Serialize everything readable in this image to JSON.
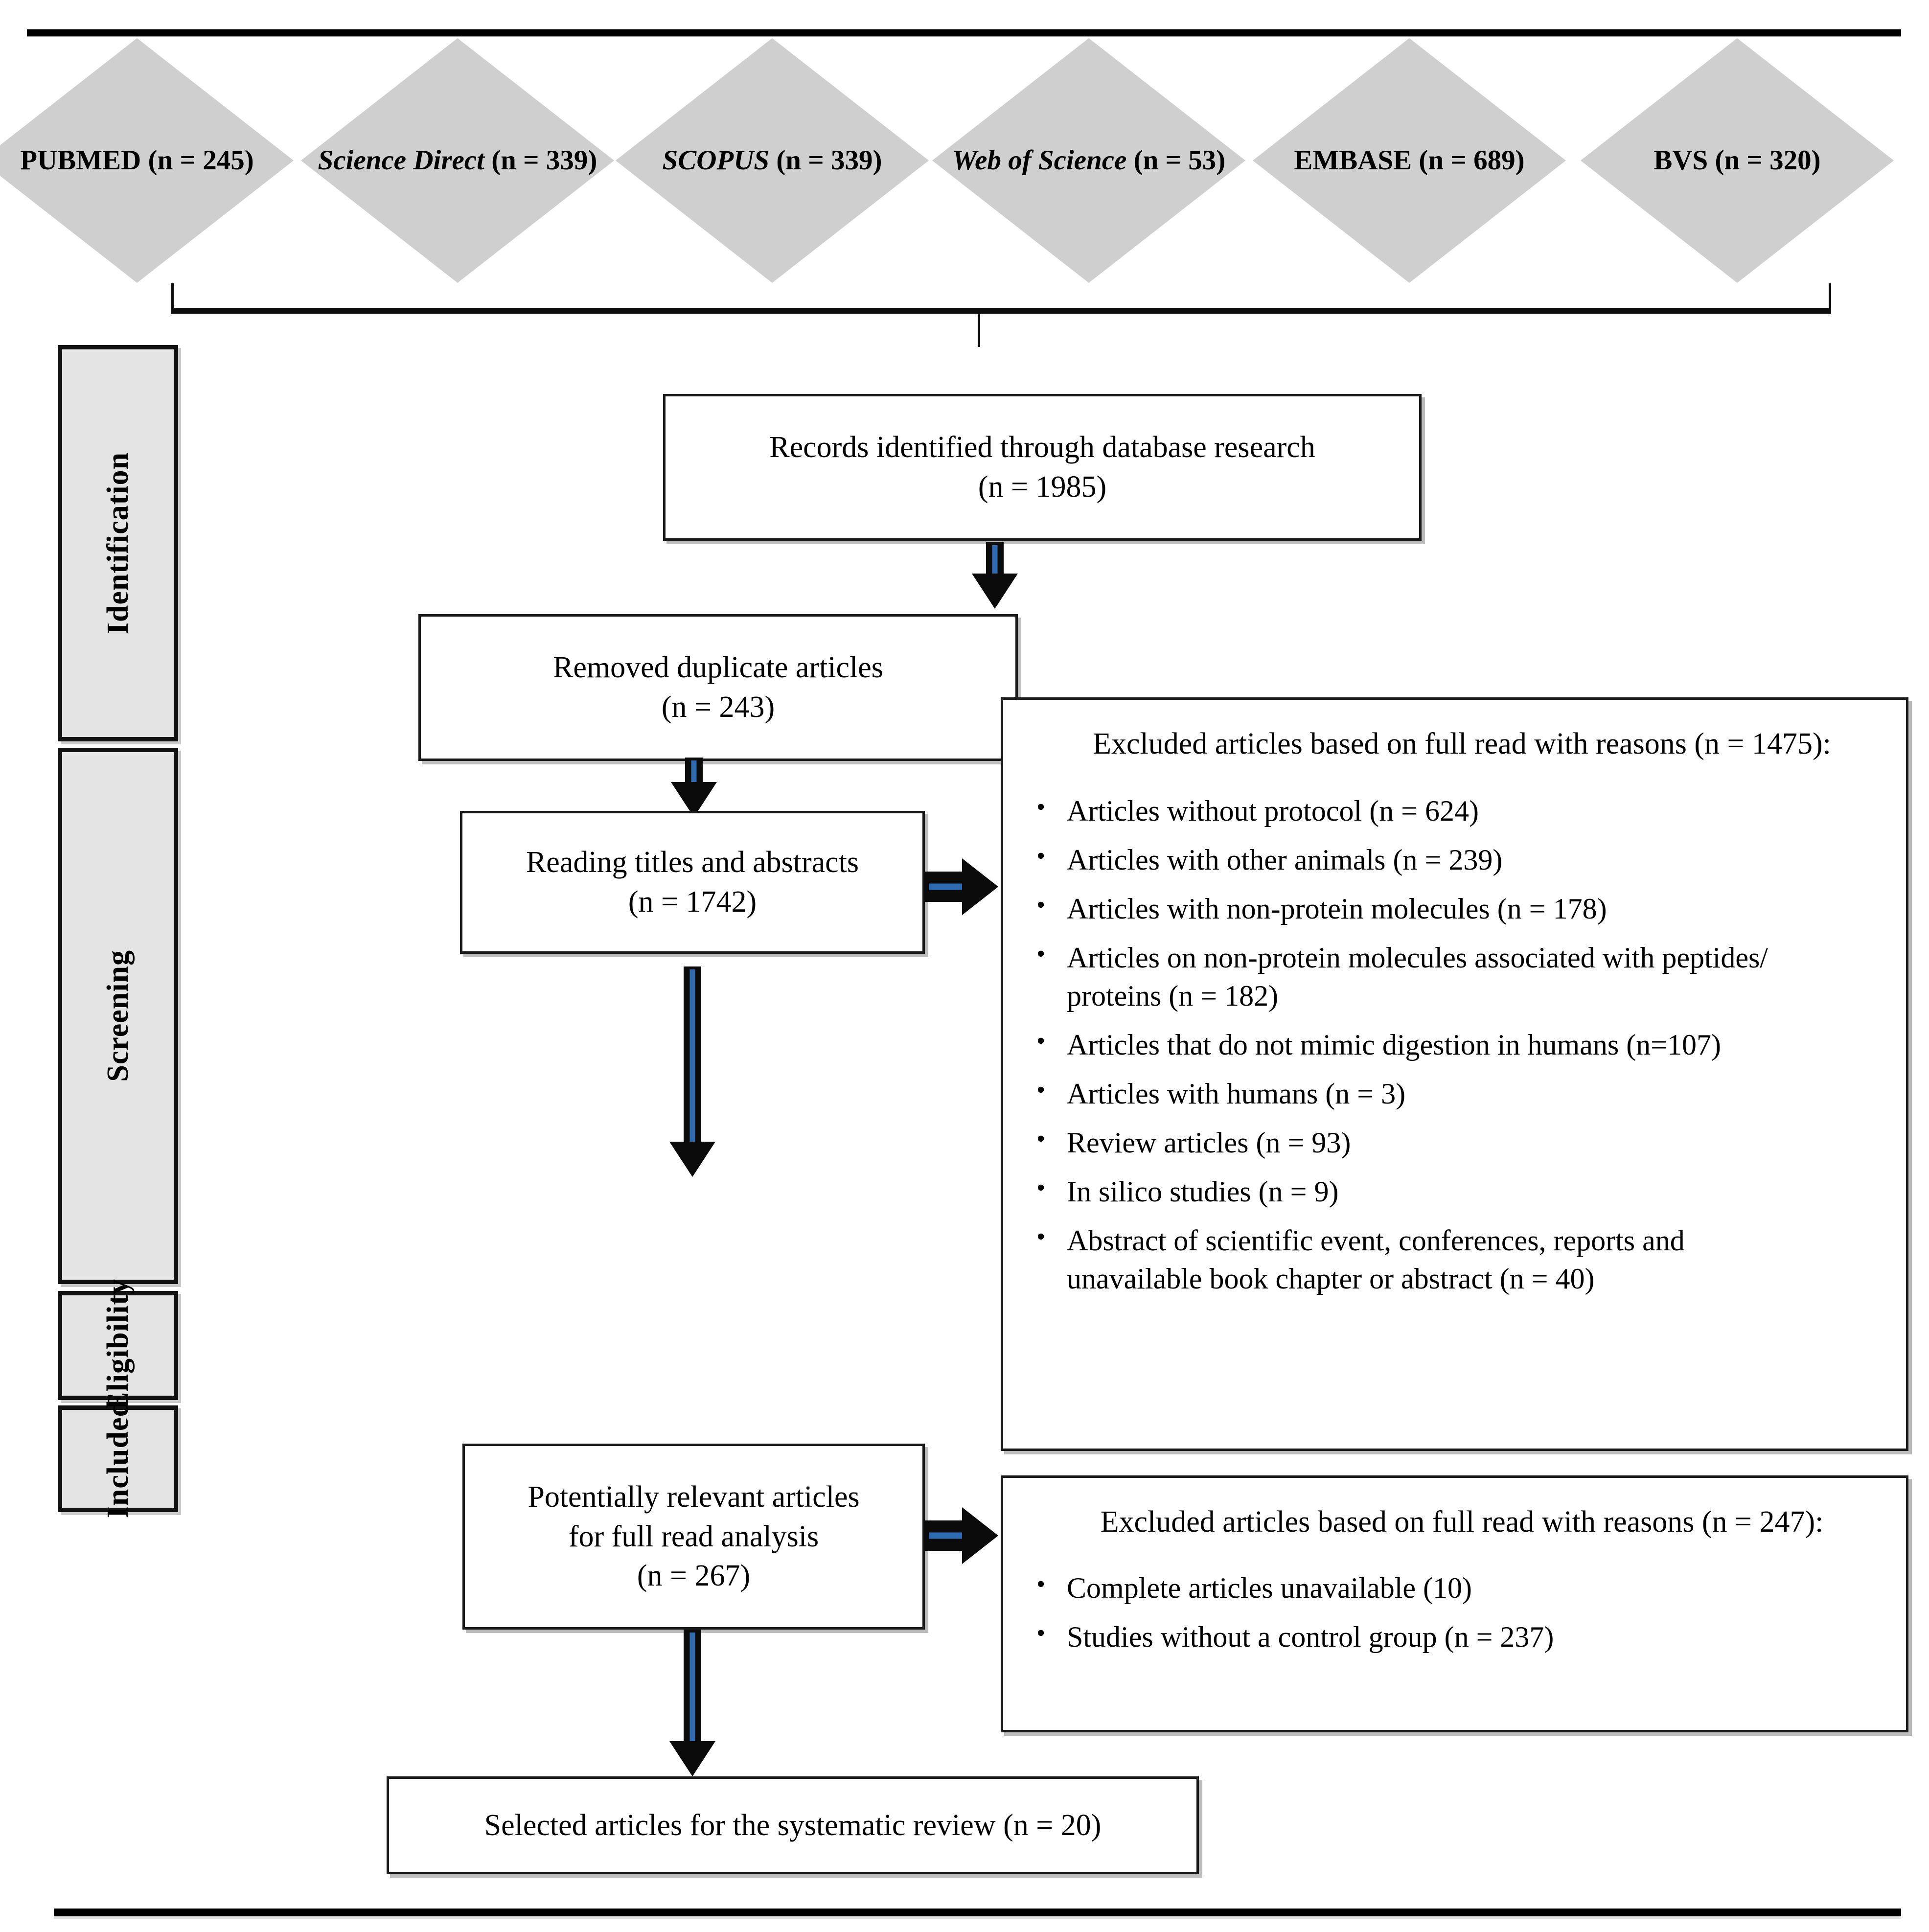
{
  "figure": {
    "type": "prisma-flow-diagram",
    "rules": {
      "top": true,
      "bottom": true
    }
  },
  "sources": {
    "label": "database-source-diamonds",
    "items": [
      {
        "name": "PUBMED",
        "n": "(n = 245)",
        "italic": false
      },
      {
        "name": "Science Direct",
        "n": "(n = 339)",
        "italic": true
      },
      {
        "name": "SCOPUS",
        "n": "(n = 339)",
        "italic": true
      },
      {
        "name": "Web of Science",
        "n": "(n = 53)",
        "italic": true
      },
      {
        "name": "EMBASE",
        "n": "(n = 689)",
        "italic": false
      },
      {
        "name": "BVS",
        "n": "(n = 320)",
        "italic": false
      }
    ]
  },
  "stages": [
    {
      "id": "identification",
      "label": "Identification"
    },
    {
      "id": "screening",
      "label": "Screening"
    },
    {
      "id": "eligibility",
      "label": "Eligibility"
    },
    {
      "id": "included",
      "label": "Included"
    }
  ],
  "flow": {
    "records": {
      "line1": "Records identified through database research",
      "line2": "(n = 1985)"
    },
    "duplicates": {
      "line1": "Removed duplicate articles",
      "line2": "(n = 243)"
    },
    "reading": {
      "line1": "Reading titles and abstracts",
      "line2": "(n = 1742)"
    },
    "potential": {
      "line1": "Potentially relevant articles",
      "line2": "for full read analysis",
      "line3": "(n = 267)"
    },
    "selected": {
      "line1": "Selected articles for the systematic review (n = 20)"
    }
  },
  "excluded_screening": {
    "title": "Excluded articles based on full read with reasons (n = 1475):",
    "bullet": "•",
    "items": [
      {
        "text": "Articles without protocol (n = 624)"
      },
      {
        "text": "Articles with other animals (n = 239)"
      },
      {
        "text": "Articles with non-protein molecules (n = 178)"
      },
      {
        "text": "Articles on non-protein molecules associated with peptides/",
        "text2": "proteins (n = 182)"
      },
      {
        "text": "Articles that do not mimic digestion in humans (n=107)"
      },
      {
        "text": "Articles with humans (n = 3)"
      },
      {
        "text": "Review articles (n = 93)"
      },
      {
        "text": "In silico studies (n = 9)"
      },
      {
        "text": "Abstract of scientific event, conferences, reports and",
        "text2": "unavailable book chapter or abstract (n = 40)"
      }
    ]
  },
  "excluded_eligibility": {
    "title": "Excluded articles based on full read with reasons (n = 247):",
    "bullet": "•",
    "items": [
      {
        "text": "Complete articles unavailable (10)"
      },
      {
        "text": "Studies without a control group (n = 237)"
      }
    ]
  },
  "colors": {
    "diamond_fill": "#cfcfcf",
    "stage_fill": "#e4e4e4",
    "arrow_outline": "#0b0b0b",
    "arrow_inner": "#2f6bb0",
    "box_border": "#1a1a1a",
    "box_shadow": "#bdbdbd"
  }
}
